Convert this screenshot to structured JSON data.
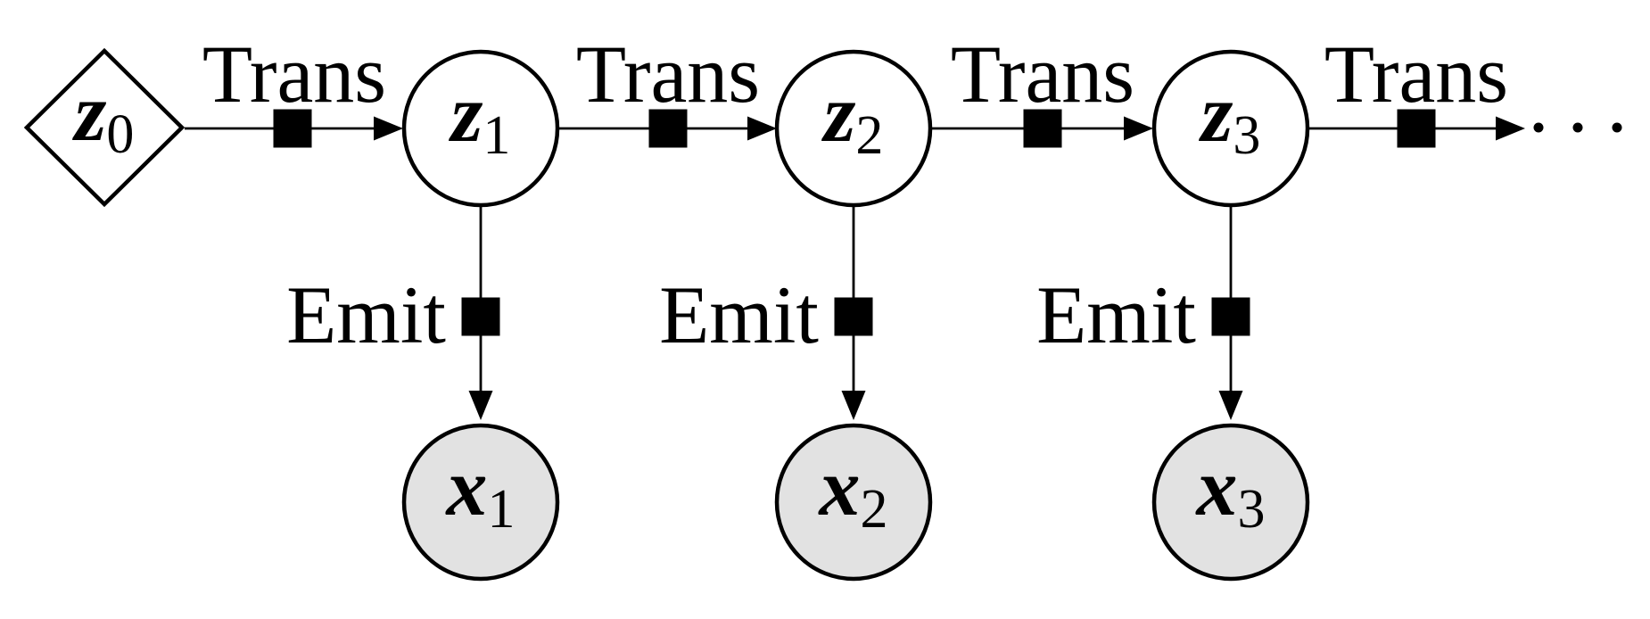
{
  "colors": {
    "stroke": "#000000",
    "text": "#000000",
    "factor_square": "#000000",
    "latent_node_fill": "#ffffff",
    "observed_node_fill": "#e2e2e2",
    "background": "#ffffff"
  },
  "labels": {
    "trans": "Trans",
    "emit": "Emit"
  },
  "nodes": [
    {
      "id": "z0",
      "main": "z",
      "sub": "0",
      "shape": "diamond",
      "fill": "latent"
    },
    {
      "id": "z1",
      "main": "z",
      "sub": "1",
      "shape": "circle",
      "fill": "latent"
    },
    {
      "id": "z2",
      "main": "z",
      "sub": "2",
      "shape": "circle",
      "fill": "latent"
    },
    {
      "id": "z3",
      "main": "z",
      "sub": "3",
      "shape": "circle",
      "fill": "latent"
    },
    {
      "id": "x1",
      "main": "x",
      "sub": "1",
      "shape": "circle",
      "fill": "observed"
    },
    {
      "id": "x2",
      "main": "x",
      "sub": "2",
      "shape": "circle",
      "fill": "observed"
    },
    {
      "id": "x3",
      "main": "x",
      "sub": "3",
      "shape": "circle",
      "fill": "observed"
    }
  ],
  "ellipsis": ". . ."
}
